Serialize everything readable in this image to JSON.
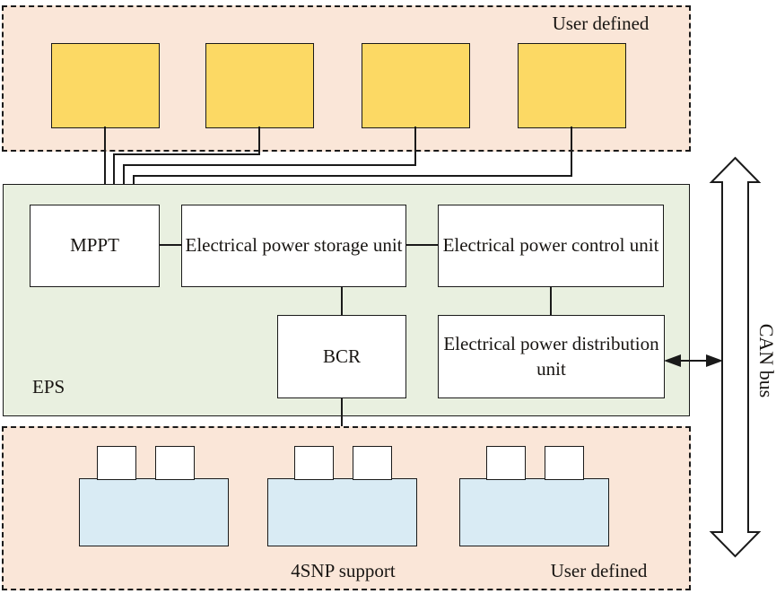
{
  "top_section": {
    "label": "User defined",
    "panel_count": 4
  },
  "eps": {
    "label": "EPS",
    "mppt": "MPPT",
    "storage": "Electrical power storage unit",
    "control": "Electrical power control unit",
    "bcr": "BCR",
    "distribution": "Electrical power distribution unit"
  },
  "bottom_section": {
    "support_label": "4SNP support",
    "label": "User defined",
    "module_count": 3
  },
  "can_bus": {
    "label": "CAN bus"
  },
  "colors": {
    "panel_fill": "#fcd964",
    "top_bottom_section_fill": "#fae6d8",
    "eps_fill": "#e9f0e0",
    "module_fill": "#d9ebf4",
    "line": "#1a1a1a",
    "block_fill": "#ffffff"
  }
}
